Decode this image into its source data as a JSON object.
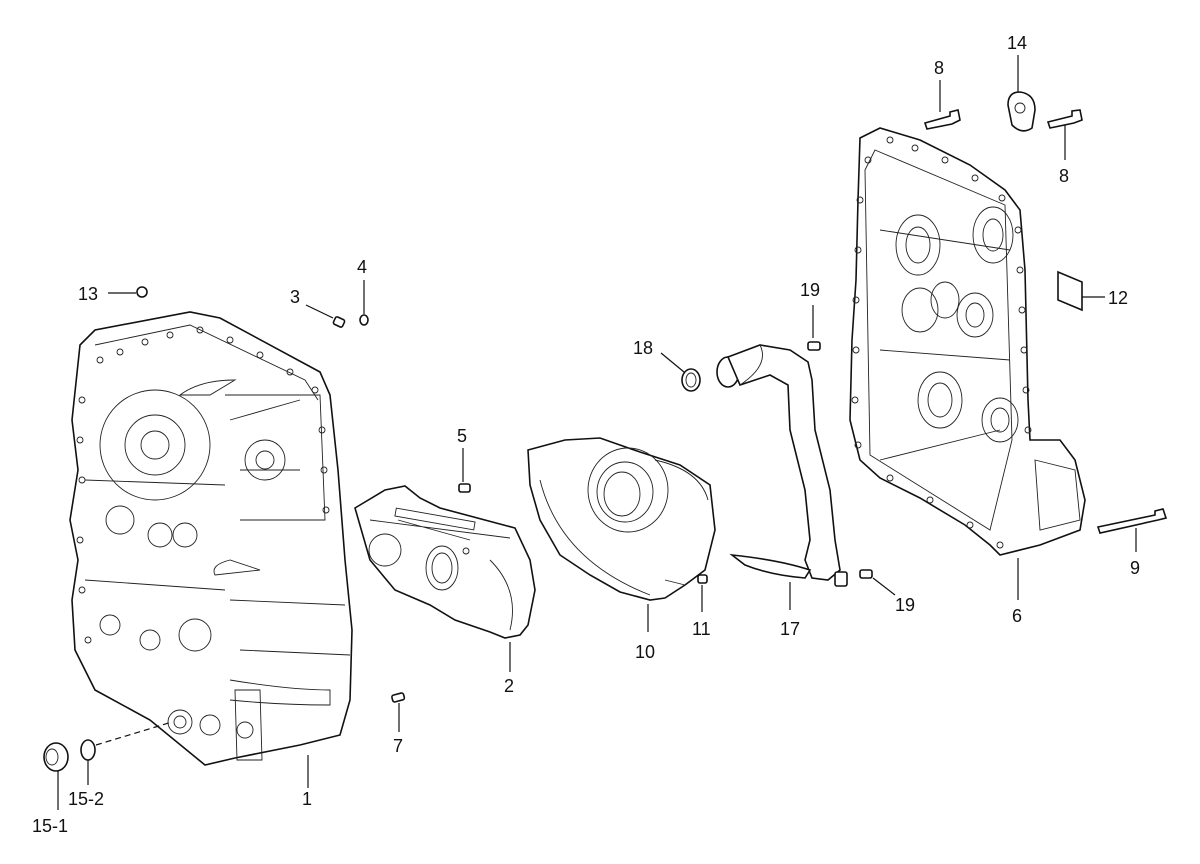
{
  "labels": {
    "l1": "1",
    "l2": "2",
    "l3": "3",
    "l4": "4",
    "l5": "5",
    "l6": "6",
    "l7": "7",
    "l8a": "8",
    "l8b": "8",
    "l9": "9",
    "l10": "10",
    "l11": "11",
    "l12": "12",
    "l13": "13",
    "l14": "14",
    "l15_1": "15-1",
    "l15_2": "15-2",
    "l17": "17",
    "l18": "18",
    "l19a": "19",
    "l19b": "19"
  }
}
